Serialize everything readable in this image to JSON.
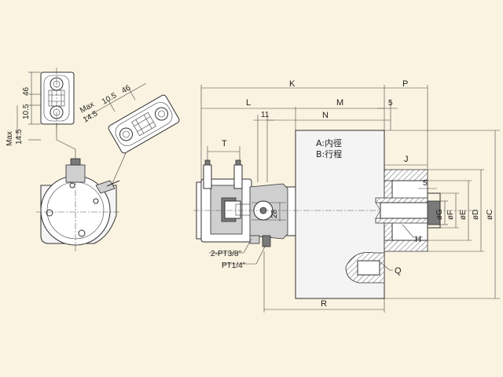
{
  "labels": {
    "K": "K",
    "L": "L",
    "M": "M",
    "N": "N",
    "P": "P",
    "T": "T",
    "J": "J",
    "R": "R",
    "H": "H",
    "Q": "Q",
    "five_top": "5",
    "five_bore": "5",
    "eleven": "11",
    "twenty_eight": "28",
    "phiG": "øG",
    "phiF": "øF",
    "phiE": "øE",
    "phiD": "øD",
    "phiC": "øC",
    "pt38": "2-PT3/8\"",
    "pt14": "PT1/4\"",
    "legend_a": "A:内徑",
    "legend_b": "B:行程",
    "left_max": "Max",
    "left_145": "14.5",
    "left_105": "10.5",
    "left_46": "46",
    "rot_max": "Max",
    "rot_145": "14.5",
    "rot_105": "10.5",
    "rot_46": "46"
  }
}
